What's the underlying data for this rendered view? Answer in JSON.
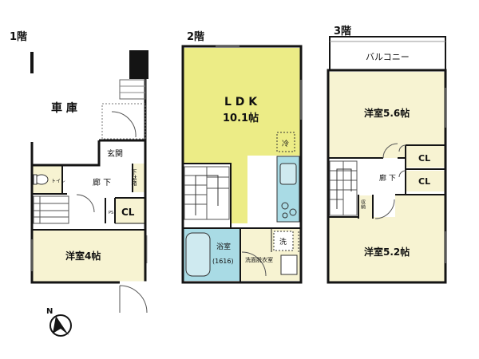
{
  "floors": {
    "f1": "1階",
    "f2": "2階",
    "f3": "3階"
  },
  "rooms": {
    "garage": "車 庫",
    "entrance": "玄関",
    "hall1": "廊 下",
    "toilet": "トイレ",
    "under_storage": "下駄箱",
    "cl1": "CL",
    "ps": "PS",
    "western1": "洋室4帖",
    "ldk": "L D K",
    "ldk_size": "10.1帖",
    "fridge": "冷",
    "bath": "浴室",
    "bath_size": "(1616)",
    "washroom": "洗面脱衣室",
    "washer": "洗",
    "balcony": "バルコニー",
    "western2": "洋室5.6帖",
    "cl2": "CL",
    "cl3": "CL",
    "hall3": "廊 下",
    "storage": "収納",
    "western3": "洋室5.2帖"
  },
  "colors": {
    "room": "#f7f3d2",
    "ldk": "#ecec86",
    "bath": "#a9dbe5",
    "wall": "#141414",
    "line": "#444444"
  },
  "icons": {
    "compass": "north-arrow-icon"
  }
}
